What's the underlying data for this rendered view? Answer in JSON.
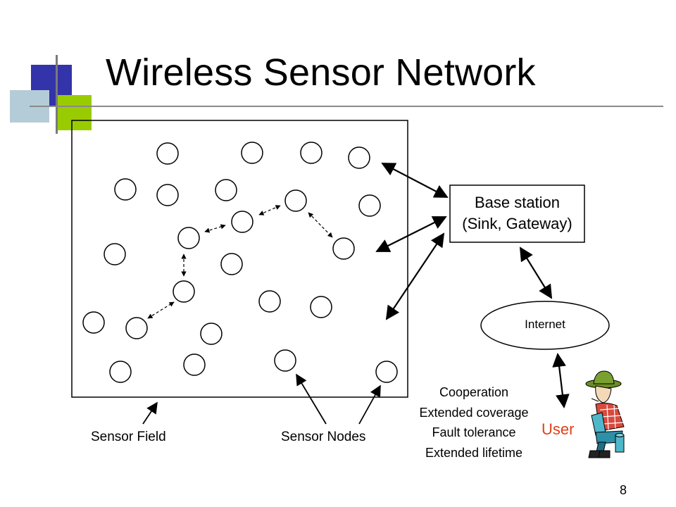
{
  "title": "Wireless Sensor Network",
  "base_station": {
    "line1": "Base station",
    "line2": "(Sink, Gateway)"
  },
  "internet_label": "Internet",
  "labels": {
    "sensor_field": "Sensor Field",
    "sensor_nodes": "Sensor Nodes",
    "user": "User"
  },
  "benefits": [
    "Cooperation",
    "Extended coverage",
    "Fault tolerance",
    "Extended lifetime"
  ],
  "page_number": "8",
  "colors": {
    "logo_blue": "#3333aa",
    "logo_green": "#99cc00",
    "logo_light": "#b4ccd8",
    "user_text": "#e0401a",
    "stroke": "#000000"
  }
}
